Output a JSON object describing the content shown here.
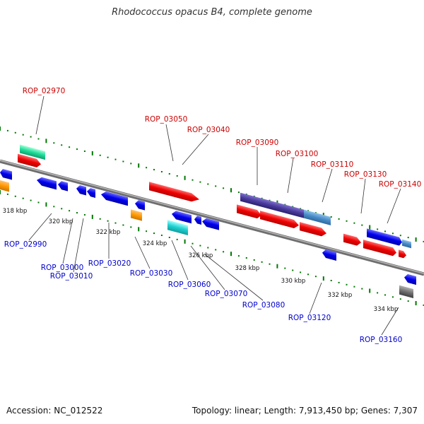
{
  "title": "Rhodococcus opacus B4, complete genome",
  "footer": {
    "accession": "Accession: NC_012522",
    "summary": "Topology: linear; Length: 7,913,450 bp; Genes: 7,307"
  },
  "colors": {
    "label_top": "#cc0000",
    "label_bottom": "#0000cc",
    "tick": "#007700",
    "backbone": "#888888"
  },
  "scale_labels": [
    "318 kbp",
    "320 kbp",
    "322 kbp",
    "324 kbp",
    "326 kbp",
    "328 kbp",
    "330 kbp",
    "332 kbp",
    "334 kbp"
  ],
  "gene_labels": {
    "top": [
      "ROP_02970",
      "ROP_03050",
      "ROP_03040",
      "ROP_03090",
      "ROP_03100",
      "ROP_03110",
      "ROP_03130",
      "ROP_03140"
    ],
    "bottom": [
      "ROP_02990",
      "ROP_03000",
      "ROP_03010",
      "ROP_03020",
      "ROP_03030",
      "ROP_03060",
      "ROP_03070",
      "ROP_03080",
      "ROP_03120",
      "ROP_03160"
    ]
  }
}
